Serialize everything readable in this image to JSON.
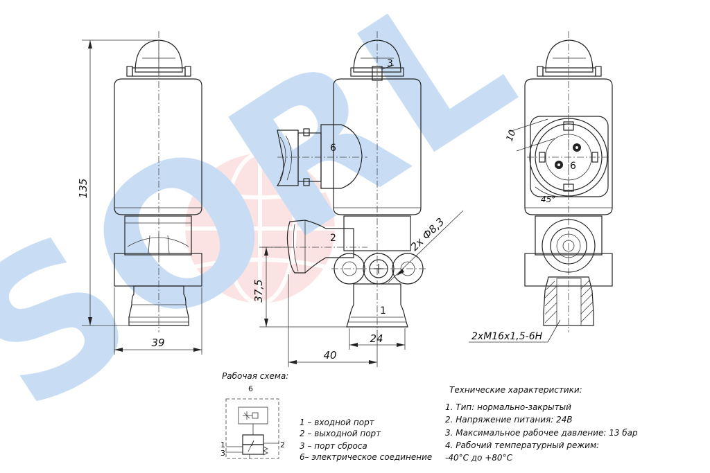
{
  "watermark": {
    "text": "SORL",
    "color": "#9cc3ea",
    "globe_color": "#f4a3a3"
  },
  "dimensions": {
    "height_total": "135",
    "width_body": "39",
    "port_height": "37,5",
    "port_offset": "40",
    "port_width": "24",
    "holes": "2x Ф8,3",
    "pin_offset": "10",
    "connector_angle": "45°",
    "thread": "2xM16x1,5-6H"
  },
  "callouts": {
    "exhaust": "3",
    "electrical": "6",
    "outlet": "2",
    "inlet": "1",
    "connector": "6"
  },
  "schema": {
    "title": "Рабочая схема:",
    "top_label": "6",
    "port_1": "1",
    "port_2": "2",
    "port_3": "3"
  },
  "legend": [
    "1 – входной порт",
    "2 – выходной порт",
    "3 – порт сброса",
    "6– электрическое соединение"
  ],
  "specs": {
    "title": "Технические характеристики:",
    "items": [
      "1. Тип: нормально-закрытый",
      "2. Напряжение питания: 24В",
      "3. Максимальное рабочее давление: 13 бар",
      "4. Рабочий температурный режим:",
      "-40°С до +80°С"
    ]
  }
}
